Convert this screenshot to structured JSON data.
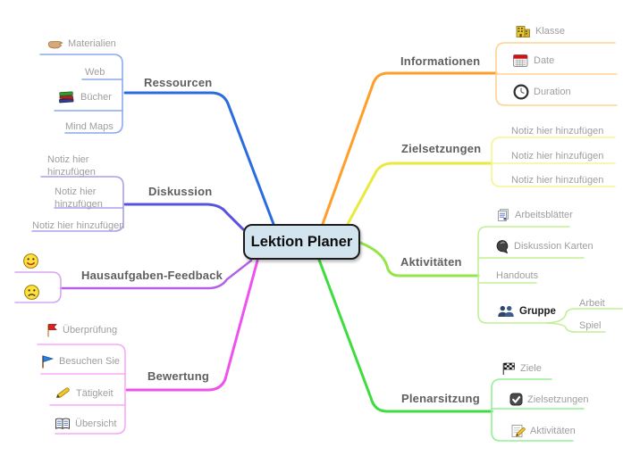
{
  "title": "Lektion Planer",
  "center_fill": "#d2e4ee",
  "branches": [
    {
      "label": "Ressourcen",
      "color": "#2b6be0",
      "sub_color": "#8aa9f2",
      "children": [
        {
          "label": "Materialien",
          "icon": "hand-icon"
        },
        {
          "label": "Web"
        },
        {
          "label": "Bücher",
          "icon": "books-icon"
        },
        {
          "label": "Mind Maps"
        }
      ]
    },
    {
      "label": "Diskussion",
      "color": "#5a52de",
      "sub_color": "#a5a1ec",
      "children": [
        {
          "label": "Notiz hier hinzufügen"
        },
        {
          "label": "Notiz hier hinzufügen"
        },
        {
          "label": "Notiz hier hinzufügen"
        }
      ]
    },
    {
      "label": "Hausaufgaben-Feedback",
      "color": "#b35fe8",
      "sub_color": "#d9a6f4",
      "children": [
        {
          "icon": "smiley-happy-icon"
        },
        {
          "icon": "smiley-sad-icon"
        }
      ]
    },
    {
      "label": "Bewertung",
      "color": "#ee52ee",
      "sub_color": "#f8a8f8",
      "children": [
        {
          "label": "Überprüfung",
          "icon": "red-flag-icon"
        },
        {
          "label": "Besuchen Sie",
          "icon": "blue-flag-icon"
        },
        {
          "label": "Tätigkeit",
          "icon": "pencil-icon"
        },
        {
          "label": "Übersicht",
          "icon": "open-book-icon"
        }
      ]
    },
    {
      "label": "Informationen",
      "color": "#ff9e2b",
      "sub_color": "#ffd38f",
      "children": [
        {
          "label": "Klasse",
          "icon": "school-icon"
        },
        {
          "label": "Date",
          "icon": "calendar-icon"
        },
        {
          "label": "Duration",
          "icon": "clock-icon"
        }
      ]
    },
    {
      "label": "Zielsetzungen",
      "color": "#e9e93e",
      "sub_color": "#f5f590",
      "children": [
        {
          "label": "Notiz hier hinzufügen"
        },
        {
          "label": "Notiz hier hinzufügen"
        },
        {
          "label": "Notiz hier hinzufügen"
        }
      ]
    },
    {
      "label": "Aktivitäten",
      "color": "#93e54a",
      "sub_color": "#c2ef92",
      "children": [
        {
          "label": "Arbeitsblätter",
          "icon": "worksheets-icon"
        },
        {
          "label": "Diskussion Karten",
          "icon": "discussion-cards-icon"
        },
        {
          "label": "Handouts"
        },
        {
          "label": "Gruppe",
          "icon": "group-icon",
          "children": [
            {
              "label": "Arbeit"
            },
            {
              "label": "Spiel"
            }
          ]
        }
      ]
    },
    {
      "label": "Plenarsitzung",
      "color": "#3edc3e",
      "sub_color": "#93f093",
      "children": [
        {
          "label": "Ziele",
          "icon": "checkered-flag-icon"
        },
        {
          "label": "Zielsetzungen",
          "icon": "check-icon"
        },
        {
          "label": "Aktivitäten",
          "icon": "edit-note-icon"
        }
      ]
    }
  ]
}
